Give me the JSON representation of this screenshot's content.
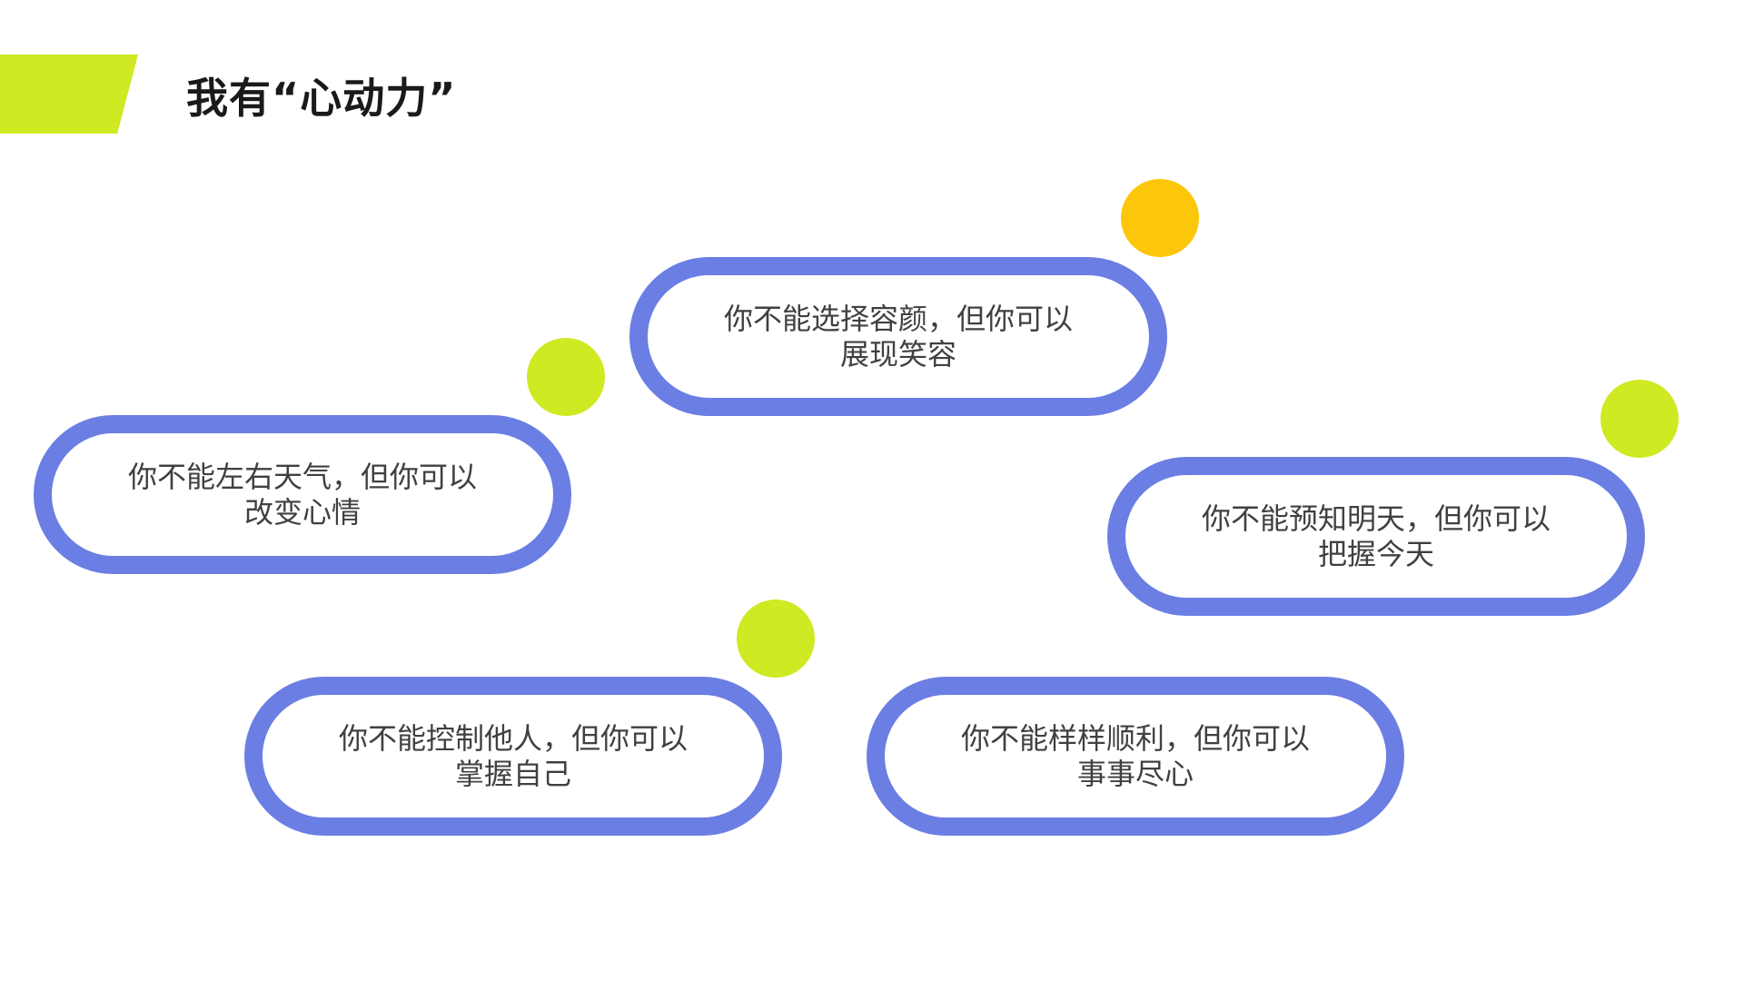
{
  "title": "我有“心动力”",
  "colors": {
    "accent_green": "#cfe922",
    "accent_yellow": "#fcc60a",
    "pill_border": "#6b7ee3",
    "text": "#404040",
    "title_text": "#1a1a1a"
  },
  "pills": [
    {
      "line1": "你不能选择容颜，但你可以",
      "line2": "展现笑容"
    },
    {
      "line1": "你不能左右天气，但你可以",
      "line2": "改变心情"
    },
    {
      "line1": "你不能预知明天，但你可以",
      "line2": "把握今天"
    },
    {
      "line1": "你不能控制他人，但你可以",
      "line2": "掌握自己"
    },
    {
      "line1": "你不能样样顺利，但你可以",
      "line2": "事事尽心"
    }
  ]
}
